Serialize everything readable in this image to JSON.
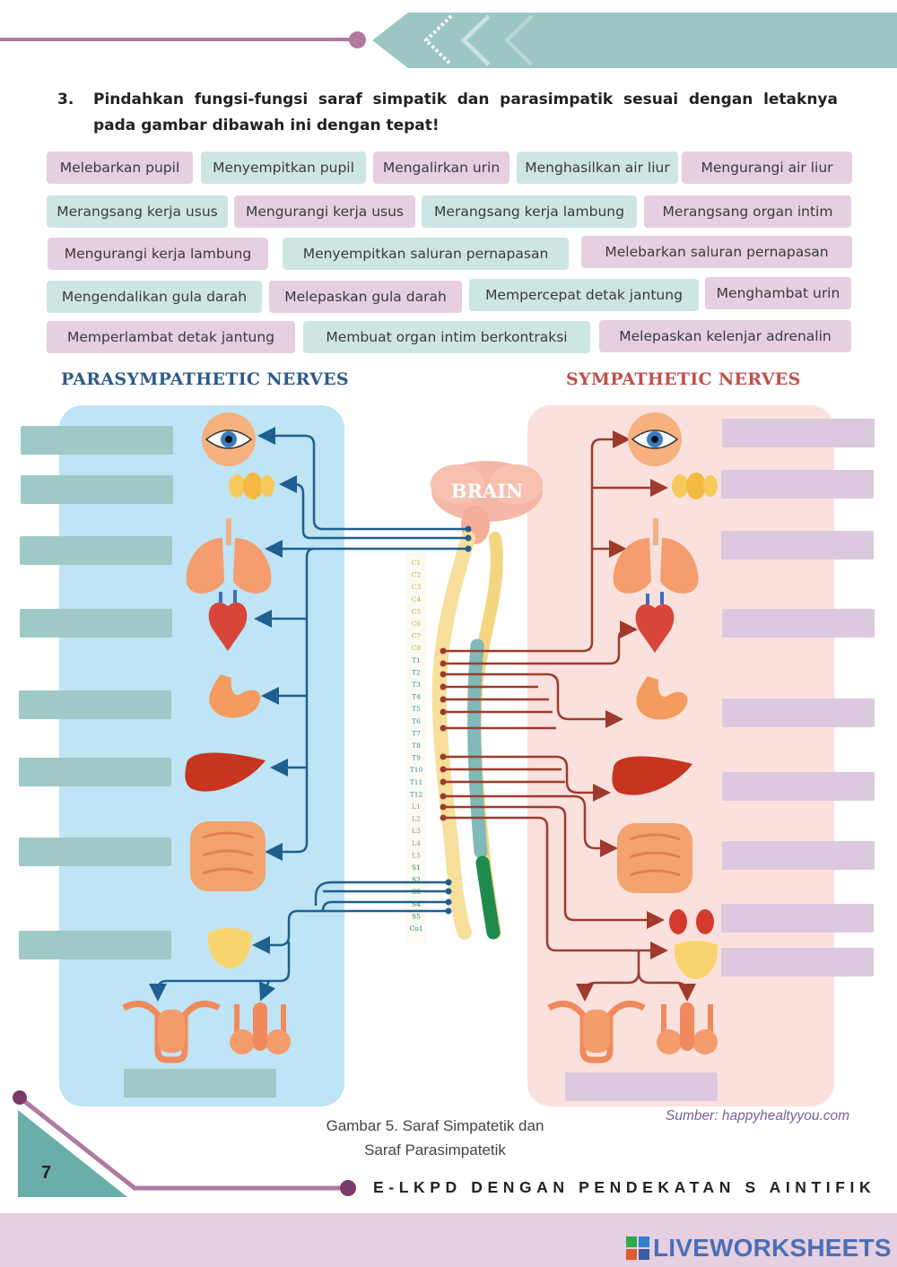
{
  "question": {
    "number": "3.",
    "text": "Pindahkan fungsi-fungsi saraf simpatik dan parasimpatik sesuai dengan letaknya pada gambar dibawah ini dengan tepat!"
  },
  "chips": [
    {
      "label": "Melebarkan pupil",
      "color": "pink"
    },
    {
      "label": "Menyempitkan pupil",
      "color": "teal"
    },
    {
      "label": "Mengalirkan urin",
      "color": "pink"
    },
    {
      "label": "Menghasilkan air liur",
      "color": "teal"
    },
    {
      "label": "Mengurangi air liur",
      "color": "pink"
    },
    {
      "label": "Merangsang kerja usus",
      "color": "teal"
    },
    {
      "label": "Mengurangi kerja usus",
      "color": "pink"
    },
    {
      "label": "Merangsang kerja lambung",
      "color": "teal"
    },
    {
      "label": "Merangsang organ intim",
      "color": "pink"
    },
    {
      "label": "Mengurangi kerja lambung",
      "color": "pink"
    },
    {
      "label": "Menyempitkan saluran pernapasan",
      "color": "teal"
    },
    {
      "label": "Melebarkan saluran pernapasan",
      "color": "pink"
    },
    {
      "label": "Mengendalikan gula darah",
      "color": "teal"
    },
    {
      "label": "Melepaskan gula darah",
      "color": "pink"
    },
    {
      "label": "Mempercepat detak jantung",
      "color": "teal"
    },
    {
      "label": "Menghambat urin",
      "color": "pink"
    },
    {
      "label": "Memperlambat detak jantung",
      "color": "pink"
    },
    {
      "label": "Membuat organ intim berkontraksi",
      "color": "teal"
    },
    {
      "label": "Melepaskan kelenjar adrenalin",
      "color": "pink"
    }
  ],
  "diagram": {
    "left_title": "PARASYMPATHETIC NERVES",
    "right_title": "SYMPATHETIC NERVES",
    "brain_label": "BRAIN",
    "spine_labels": [
      "C1",
      "C2",
      "C3",
      "C4",
      "C5",
      "C6",
      "C7",
      "C8",
      "T1",
      "T2",
      "T3",
      "T4",
      "T5",
      "T6",
      "T7",
      "T8",
      "T9",
      "T10",
      "T11",
      "T12",
      "L1",
      "L2",
      "L3",
      "L4",
      "L5",
      "S1",
      "S2",
      "S3",
      "S4",
      "S5",
      "Co1"
    ],
    "organs": [
      "eye",
      "salivary-gland",
      "lungs",
      "heart",
      "stomach",
      "liver",
      "intestines",
      "bladder",
      "uterus",
      "testes",
      "kidneys"
    ],
    "left_panel_color": "#bfe4f5",
    "right_panel_color": "#fbe1dd",
    "left_nerve_color": "#1f5f8f",
    "right_nerve_color": "#9e3b2c"
  },
  "caption": {
    "line1": "Gambar 5. Saraf Simpatetik dan",
    "line2": "Saraf Parasimpatetik"
  },
  "source": "Sumber: happyhealtyyou.com",
  "footer": {
    "page_number": "7",
    "title": "E-LKPD DENGAN PENDEKATAN S AINTIFIK"
  },
  "brand": "LIVEWORKSHEETS",
  "colors": {
    "accent_purple": "#b07aa1",
    "header_teal": "#9cc6c3",
    "chip_pink": "#e6cfe0",
    "chip_teal": "#cde6e4",
    "drop_teal": "#9ec9c6",
    "drop_pink": "#dcc8df",
    "brand_blue": "#4a6fb5"
  }
}
